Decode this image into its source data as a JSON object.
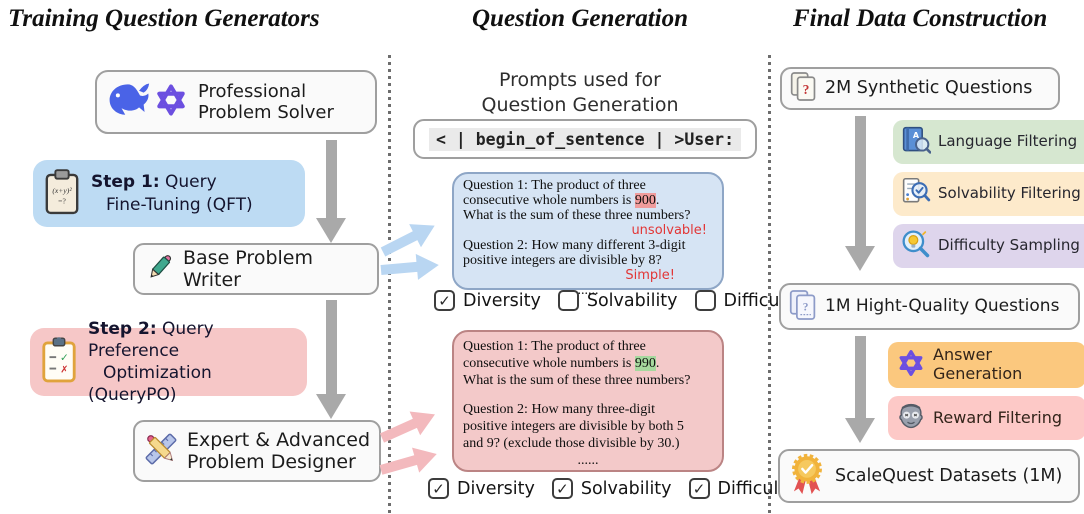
{
  "figure": {
    "left": {
      "title": "Training Question Generators",
      "solver": {
        "line1": "Professional",
        "line2": "Problem Solver"
      },
      "step1": {
        "label_bold": "Step 1:",
        "label_rest": " Query",
        "line2": "Fine-Tuning (QFT)"
      },
      "writer": {
        "label": "Base Problem Writer"
      },
      "step2": {
        "label_bold": "Step 2:",
        "label_rest": " Query Preference",
        "line2": "Optimization (QueryPO)"
      },
      "designer": {
        "line1": "Expert & Advanced",
        "line2": "Problem Designer"
      }
    },
    "middle": {
      "title": "Question Generation",
      "caption1": "Prompts used for",
      "caption2": "Question Generation",
      "prompt_code": "< | begin_of_sentence | >User:",
      "qft_box": {
        "lines": [
          {
            "segs": [
              {
                "t": "Question 1: The product of three"
              }
            ]
          },
          {
            "segs": [
              {
                "t": "consecutive whole numbers is "
              },
              {
                "t": "900",
                "hl": "red"
              },
              {
                "t": "."
              }
            ]
          },
          {
            "segs": [
              {
                "t": "What is the sum of these three numbers?"
              }
            ]
          },
          {
            "segs": [
              {
                "t": "unsolvable!",
                "color": "red"
              }
            ],
            "align": "right",
            "pad": 6
          },
          {
            "segs": [
              {
                "t": "Question 2: How many different 3-digit"
              }
            ]
          },
          {
            "segs": [
              {
                "t": "positive integers are divisible by 8?"
              }
            ]
          },
          {
            "segs": [
              {
                "t": "Simple!",
                "color": "red"
              }
            ],
            "align": "right",
            "pad": 38
          },
          {
            "segs": [
              {
                "t": "......"
              }
            ],
            "align": "center"
          }
        ]
      },
      "check_row_1": {
        "items": [
          {
            "label": "Diversity",
            "checked": true
          },
          {
            "label": "Solvability",
            "checked": false
          },
          {
            "label": "Difficulty",
            "checked": false
          }
        ]
      },
      "qpo_box": {
        "lines": [
          {
            "segs": [
              {
                "t": "Question 1: The product of three"
              }
            ]
          },
          {
            "segs": [
              {
                "t": "consecutive whole numbers is "
              },
              {
                "t": "990",
                "hl": "green"
              },
              {
                "t": "."
              }
            ]
          },
          {
            "segs": [
              {
                "t": "What is the sum of these three numbers?"
              }
            ]
          },
          {
            "segs": [
              {
                "t": ""
              }
            ],
            "blank": true
          },
          {
            "segs": [
              {
                "t": "Question 2: How many three-digit"
              }
            ]
          },
          {
            "segs": [
              {
                "t": "positive integers are divisible by both 5"
              }
            ]
          },
          {
            "segs": [
              {
                "t": "and 9? (exclude those divisible by 30.)"
              }
            ]
          },
          {
            "segs": [
              {
                "t": "......"
              }
            ],
            "align": "center"
          }
        ]
      },
      "check_row_2": {
        "items": [
          {
            "label": "Diversity",
            "checked": true
          },
          {
            "label": "Solvability",
            "checked": true
          },
          {
            "label": "Difficulty",
            "checked": true
          }
        ]
      }
    },
    "right": {
      "title": "Final Data Construction",
      "synthetic": {
        "label": "2M Synthetic Questions"
      },
      "filters": [
        {
          "label": "Language Filtering",
          "color": "#d6e7d0"
        },
        {
          "label": "Solvability Filtering",
          "color": "#fdeacb"
        },
        {
          "label": "Difficulty Sampling",
          "color": "#ded5ec"
        }
      ],
      "quality": {
        "label": "1M Hight-Quality Questions"
      },
      "post_steps": [
        {
          "label": "Answer Generation",
          "color": "#fbc87e"
        },
        {
          "label": "Reward Filtering",
          "color": "#fdc9c7"
        }
      ],
      "final": {
        "label": "ScaleQuest Datasets (1M)"
      }
    },
    "colors": {
      "step1_bg": "#bddbf3",
      "step2_bg": "#f6c7c7",
      "qft_box_bg": "#d6e4f4",
      "qpo_box_bg": "#f3c9c9",
      "red_annotation": "#e23636",
      "highlight_900": "#f09c9c",
      "highlight_990": "#a6d89e",
      "arrow_gray": "#a9a9a9",
      "arrow_blue": "#b9d6f2",
      "arrow_pink": "#f3b9bd"
    }
  }
}
